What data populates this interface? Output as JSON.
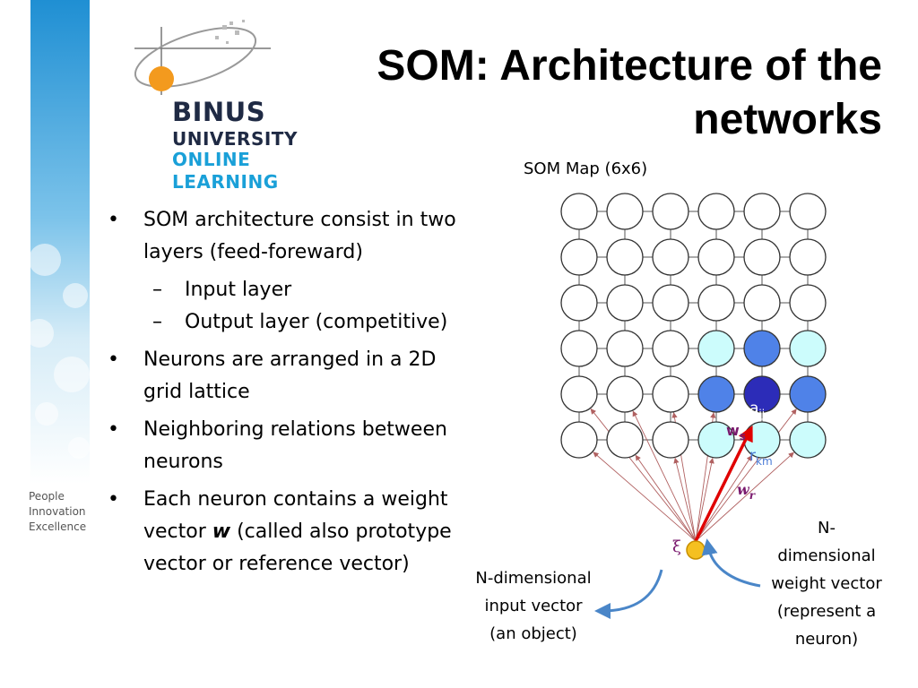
{
  "title": "SOM: Architecture of the networks",
  "logo": {
    "line1": "BINUS",
    "line2": "UNIVERSITY",
    "line3": "ONLINE",
    "line4": "LEARNING"
  },
  "tagline": [
    "People",
    "Innovation",
    "Excellence"
  ],
  "bullets": [
    {
      "text": "SOM architecture consist in two layers (feed-foreward)",
      "sub": [
        "Input layer",
        "Output layer (competitive)"
      ]
    },
    {
      "text": "Neurons are arranged in a 2D grid lattice"
    },
    {
      "text": "Neighboring relations between neurons"
    },
    {
      "text_before": "Each neuron contains a weight vector ",
      "emphasis": "w",
      "text_after": " (called also prototype vector or reference vector)"
    }
  ],
  "diagram": {
    "map_caption": "SOM Map (6x6)",
    "rows": 6,
    "cols": 6,
    "node_states": [
      [
        "empty",
        "empty",
        "empty",
        "empty",
        "empty",
        "empty"
      ],
      [
        "empty",
        "empty",
        "empty",
        "empty",
        "empty",
        "empty"
      ],
      [
        "empty",
        "empty",
        "empty",
        "empty",
        "empty",
        "empty"
      ],
      [
        "empty",
        "empty",
        "empty",
        "near",
        "winner-area",
        "near"
      ],
      [
        "empty",
        "empty",
        "empty",
        "winner-area",
        "winner",
        "winner-area"
      ],
      [
        "empty",
        "empty",
        "empty",
        "near",
        "near",
        "near"
      ]
    ],
    "winner_label": "a",
    "winner_subscript": "ij",
    "neighbor_label": "r",
    "neighbor_subscript": "km",
    "ws_label": "w",
    "ws_subscript": "s",
    "wr_label": "w",
    "wr_subscript": "r",
    "input_symbol": "ξ",
    "input_caption": [
      "N-dimensional",
      "input vector",
      "(an object)"
    ],
    "weight_caption": [
      "N-",
      "dimensional",
      "weight vector",
      "(represent a",
      "neuron)"
    ],
    "colors": {
      "empty": "#ffffff",
      "near": "#ccfcfc",
      "winner-area": "#4f82e8",
      "winner": "#2c2cb8",
      "input": "#f5c020",
      "thin_arrow": "#b06060",
      "bold_arrow": "#e00000",
      "label": "#7a1a6e",
      "callout_arrow": "#4a86c8"
    }
  }
}
